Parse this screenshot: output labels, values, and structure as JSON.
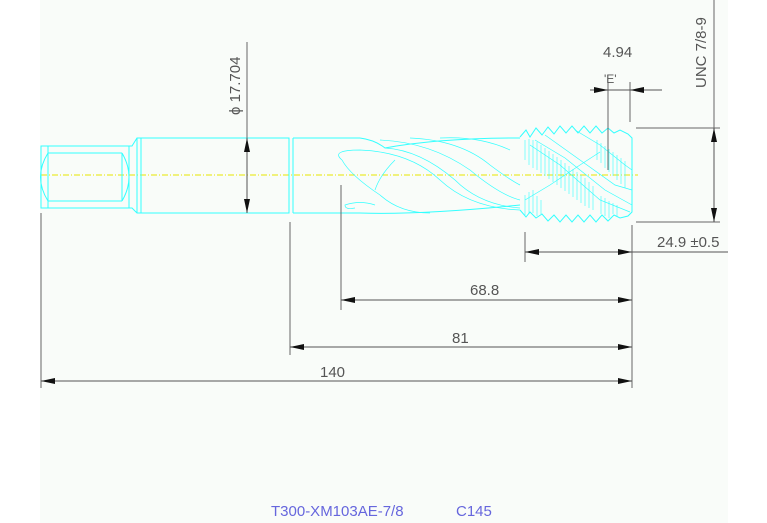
{
  "drawing": {
    "type": "tap-technical-drawing",
    "part_name": "spiral flute tap",
    "colors": {
      "part_outline": "#33ffff",
      "centerline": "#e6e600",
      "dimension": "#555555",
      "title_text": "#6666dd",
      "sheet_background": "#f9fcf9"
    }
  },
  "dimensions": {
    "shank_diameter": {
      "symbol": "ϕ",
      "value": "17.704",
      "label": "ϕ 17.704"
    },
    "thread_pitch_detail": {
      "value": "4.94",
      "label": "4.94",
      "marker": "'E'"
    },
    "thread_spec": {
      "label": "UNC 7/8-9"
    },
    "thread_length": {
      "value": "24.9",
      "tolerance": "±0.5",
      "label": "24.9 ±0.5"
    },
    "flute_length": {
      "value": "68.8",
      "label": "68.8"
    },
    "body_length": {
      "value": "81",
      "label": "81"
    },
    "overall_length": {
      "value": "140",
      "label": "140"
    }
  },
  "title_block": {
    "part_number": "T300-XM103AE-7/8",
    "code": "C145"
  }
}
